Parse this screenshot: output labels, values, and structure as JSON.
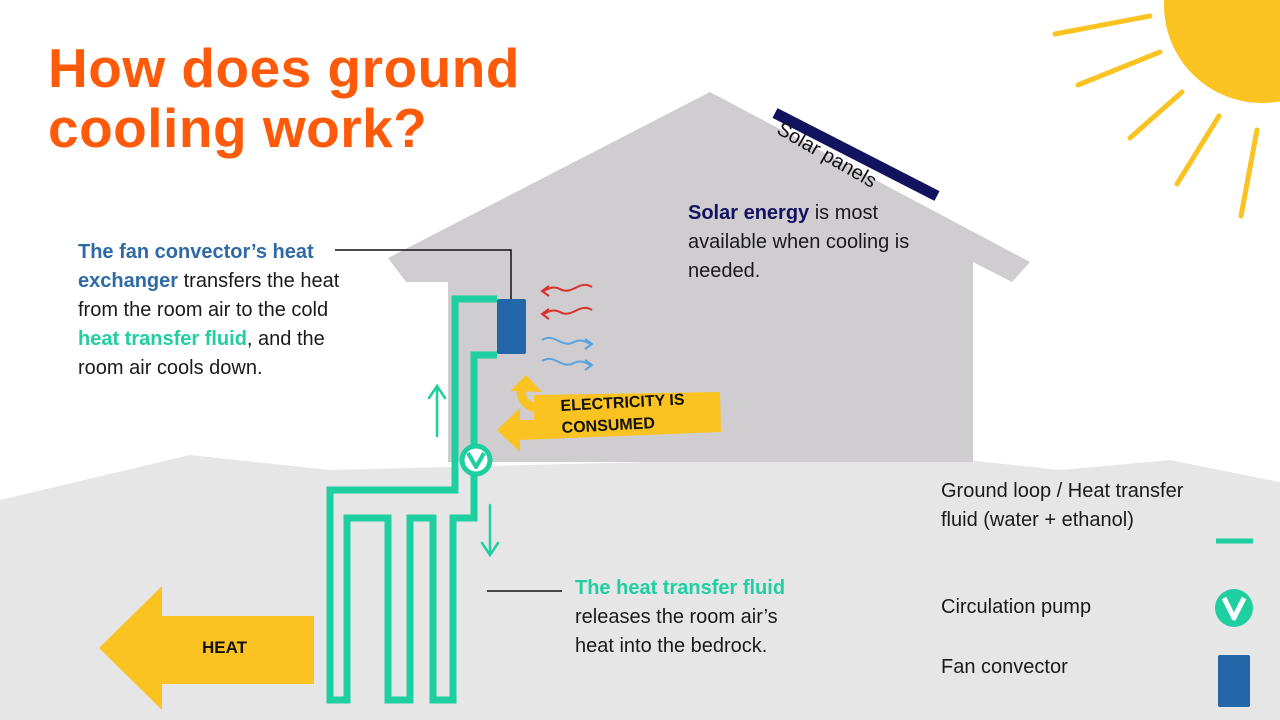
{
  "title": {
    "line1": "How does ground",
    "line2": "cooling work?"
  },
  "solar_panels_label": "Solar panels",
  "solar_text": {
    "bold": "Solar energy",
    "rest": " is most available when cooling is needed."
  },
  "fan_text": {
    "bold1": "The fan convector’s heat exchanger",
    "mid1": " transfers the heat from the room air to the cold ",
    "bold2": "heat transfer fluid",
    "mid2": ", and the room air cools down."
  },
  "fluid_text": {
    "bold": "The heat transfer fluid",
    "rest": " releases the room air’s heat into the bedrock."
  },
  "electricity_label": {
    "line1": "ELECTRICITY IS",
    "line2": "CONSUMED"
  },
  "heat_label": "HEAT",
  "legend": {
    "ground_loop": "Ground loop / Heat transfer fluid (water + ethanol)",
    "pump": "Circulation pump",
    "fan": "Fan convector"
  },
  "colors": {
    "title": "#ff5a0a",
    "teal": "#1fcf9f",
    "blue": "#2e6aa6",
    "navy": "#12125f",
    "yellow": "#fbc321",
    "house": "#cfcdd0",
    "ground": "#e6e6e6",
    "warm_air": "#d8302a",
    "cool_air": "#5ba3e0"
  },
  "icons": [
    "sun-icon",
    "pump-icon",
    "fan-convector-icon",
    "warm-air-icon",
    "cool-air-icon",
    "up-arrow-icon",
    "down-arrow-icon"
  ]
}
